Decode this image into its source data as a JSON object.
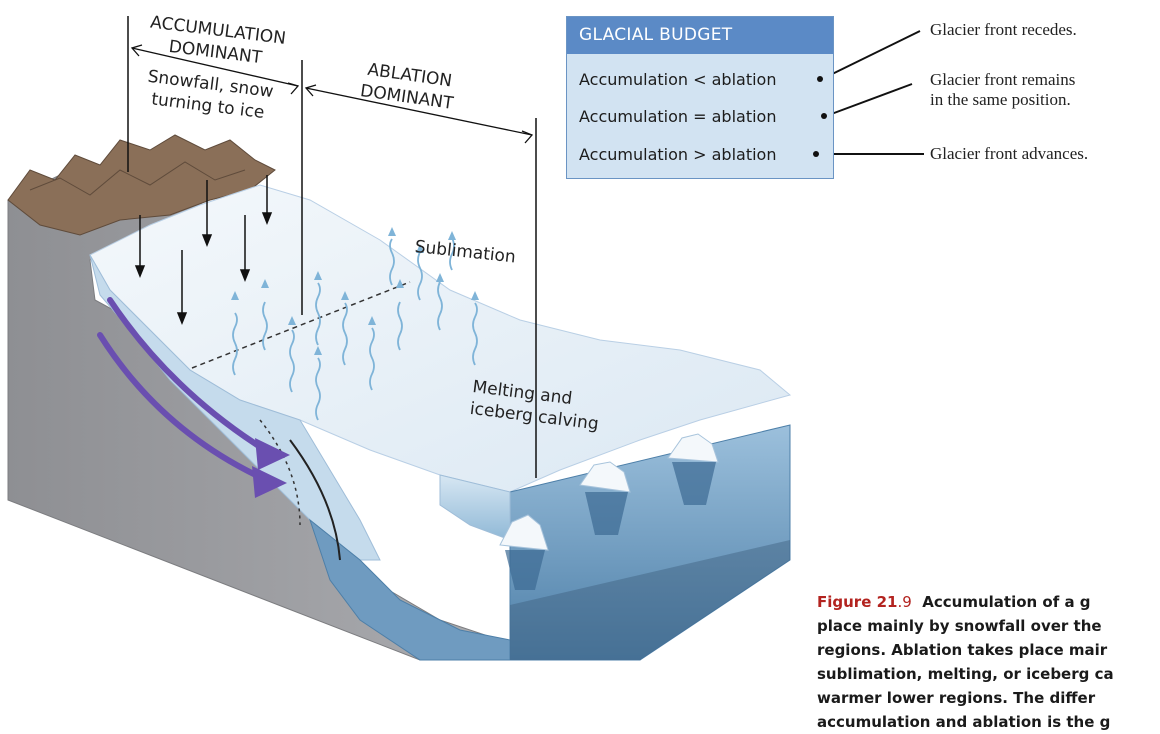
{
  "diagram": {
    "zones": {
      "accumulation": {
        "title_line1": "ACCUMULATION",
        "title_line2": "DOMINANT",
        "process_line1": "Snowfall, snow",
        "process_line2": "turning to ice"
      },
      "ablation": {
        "title_line1": "ABLATION",
        "title_line2": "DOMINANT"
      }
    },
    "processes": {
      "sublimation": "Sublimation",
      "melting_line1": "Melting and",
      "melting_line2": "iceberg calving"
    }
  },
  "budget": {
    "title": "GLACIAL BUDGET",
    "rows": [
      {
        "condition": "Accumulation < ablation",
        "outcome": "Glacier front recedes."
      },
      {
        "condition": "Accumulation = ablation",
        "outcome_line1": "Glacier front remains",
        "outcome_line2": "in the same position."
      },
      {
        "condition": "Accumulation > ablation",
        "outcome": "Glacier front advances."
      }
    ]
  },
  "caption": {
    "label": "Figure 21",
    "number": ".9",
    "line1": "Accumulation of a g",
    "line2": "place mainly by snowfall over the",
    "line3": "regions. Ablation takes place mair",
    "line4": "sublimation, melting, or iceberg ca",
    "line5": "warmer lower regions. The differ",
    "line6": "accumulation and ablation is the g"
  },
  "colors": {
    "ice": "#e9f1f8",
    "ice_edge": "#b9cfe5",
    "water": "#7fa8c9",
    "water_deep": "#4d7fa8",
    "rock": "#9a9b9f",
    "flow_arrow": "#6a4fb0",
    "vapor_arrow": "#7fb4d8",
    "budget_header": "#5b8ac6",
    "budget_body": "#d2e3f2",
    "caption_accent": "#b3231f"
  }
}
